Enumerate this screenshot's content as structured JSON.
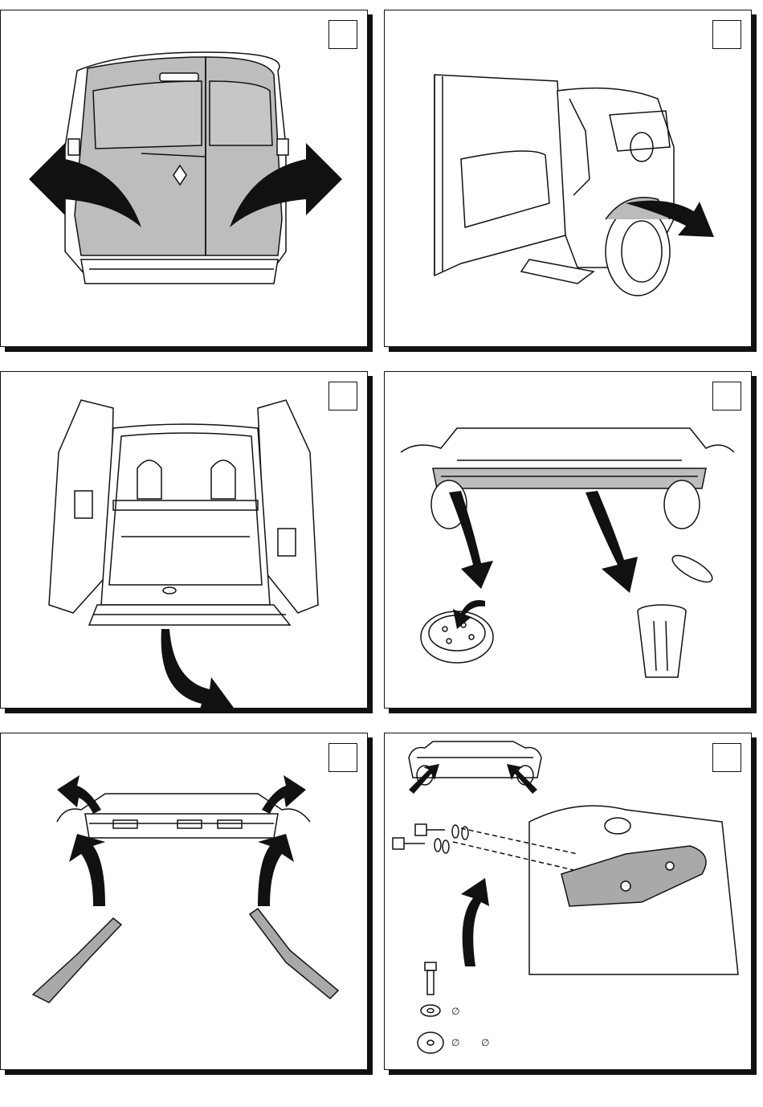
{
  "panels": [
    {
      "id": "p1",
      "step_label": "",
      "symbols": []
    },
    {
      "id": "p2",
      "step_label": "",
      "symbols": []
    },
    {
      "id": "p3",
      "step_label": "",
      "symbols": []
    },
    {
      "id": "p4",
      "step_label": "",
      "symbols": []
    },
    {
      "id": "p5",
      "step_label": "",
      "symbols": []
    },
    {
      "id": "p6",
      "step_label": "",
      "symbols": [
        "∅",
        "∅",
        "∅"
      ]
    }
  ],
  "colors": {
    "ink": "#111111",
    "door_fill": "#bdbdbd",
    "bracket_fill": "#a9a9a9",
    "shadow": "#111111"
  },
  "icons": [
    "arrow-left-icon",
    "arrow-right-icon",
    "curved-arrow-icon",
    "bolt-icon",
    "washer-icon",
    "trash-bin-icon",
    "spare-wheel-tray-icon"
  ]
}
